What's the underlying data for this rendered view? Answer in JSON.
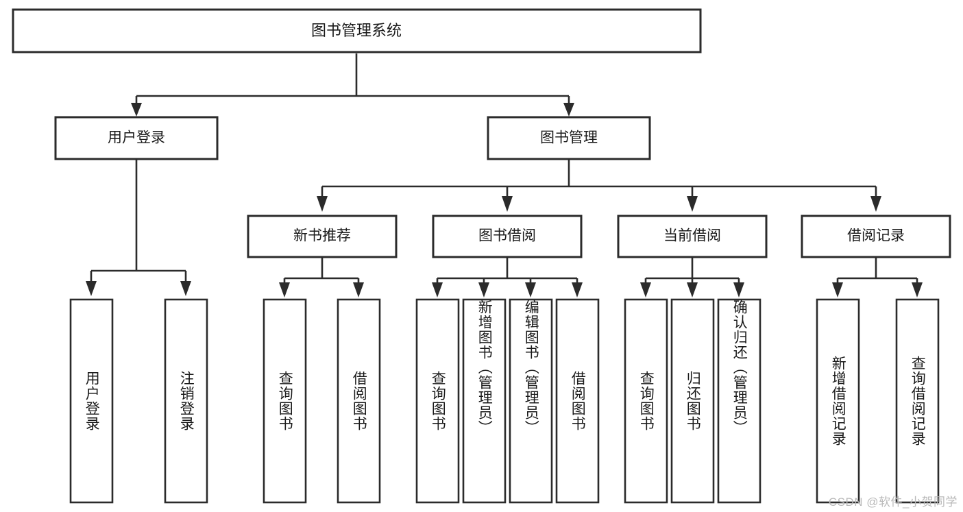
{
  "diagram": {
    "title": "图书管理系统",
    "type": "tree-hierarchy-chart",
    "root": {
      "id": "root",
      "label": "图书管理系统",
      "orientation": "horizontal"
    },
    "level2": [
      {
        "id": "user-login",
        "label": "用户登录",
        "orientation": "horizontal"
      },
      {
        "id": "book-management",
        "label": "图书管理",
        "orientation": "horizontal"
      }
    ],
    "level3": [
      {
        "id": "new-book-recommend",
        "label": "新书推荐",
        "orientation": "horizontal"
      },
      {
        "id": "book-borrow",
        "label": "图书借阅",
        "orientation": "horizontal"
      },
      {
        "id": "current-borrow",
        "label": "当前借阅",
        "orientation": "horizontal"
      },
      {
        "id": "borrow-record",
        "label": "借阅记录",
        "orientation": "horizontal"
      }
    ],
    "leaves": {
      "user_login": [
        {
          "id": "leaf-user-login",
          "label": "用户登录",
          "orientation": "vertical"
        },
        {
          "id": "leaf-logout-login",
          "label": "注销登录",
          "orientation": "vertical"
        }
      ],
      "new_book_recommend": [
        {
          "id": "leaf-query-book-1",
          "label": "查询图书",
          "orientation": "vertical"
        },
        {
          "id": "leaf-borrow-book-1",
          "label": "借阅图书",
          "orientation": "vertical"
        }
      ],
      "book_borrow": [
        {
          "id": "leaf-query-book-2",
          "label": "查询图书",
          "orientation": "vertical"
        },
        {
          "id": "leaf-add-book-admin",
          "label": "新增图书（管理员）",
          "orientation": "vertical"
        },
        {
          "id": "leaf-edit-book-admin",
          "label": "编辑图书（管理员）",
          "orientation": "vertical"
        },
        {
          "id": "leaf-borrow-book-2",
          "label": "借阅图书",
          "orientation": "vertical"
        }
      ],
      "current_borrow": [
        {
          "id": "leaf-query-book-3",
          "label": "查询图书",
          "orientation": "vertical"
        },
        {
          "id": "leaf-return-book",
          "label": "归还图书",
          "orientation": "vertical"
        },
        {
          "id": "leaf-confirm-return-admin",
          "label": "确认归还（管理员）",
          "orientation": "vertical"
        }
      ],
      "borrow_record": [
        {
          "id": "leaf-add-borrow-record",
          "label": "新增借阅记录",
          "orientation": "vertical"
        },
        {
          "id": "leaf-query-borrow-record",
          "label": "查询借阅记录",
          "orientation": "vertical"
        }
      ]
    },
    "colors": {
      "background": "#ffffff",
      "box_fill": "#ffffff",
      "box_stroke": "#2b2b2b",
      "connector": "#2b2b2b",
      "text": "#1a1a1a",
      "watermark": "#b9b9b9"
    }
  },
  "watermark": {
    "text": "CSDN @软件_小贺同学"
  }
}
